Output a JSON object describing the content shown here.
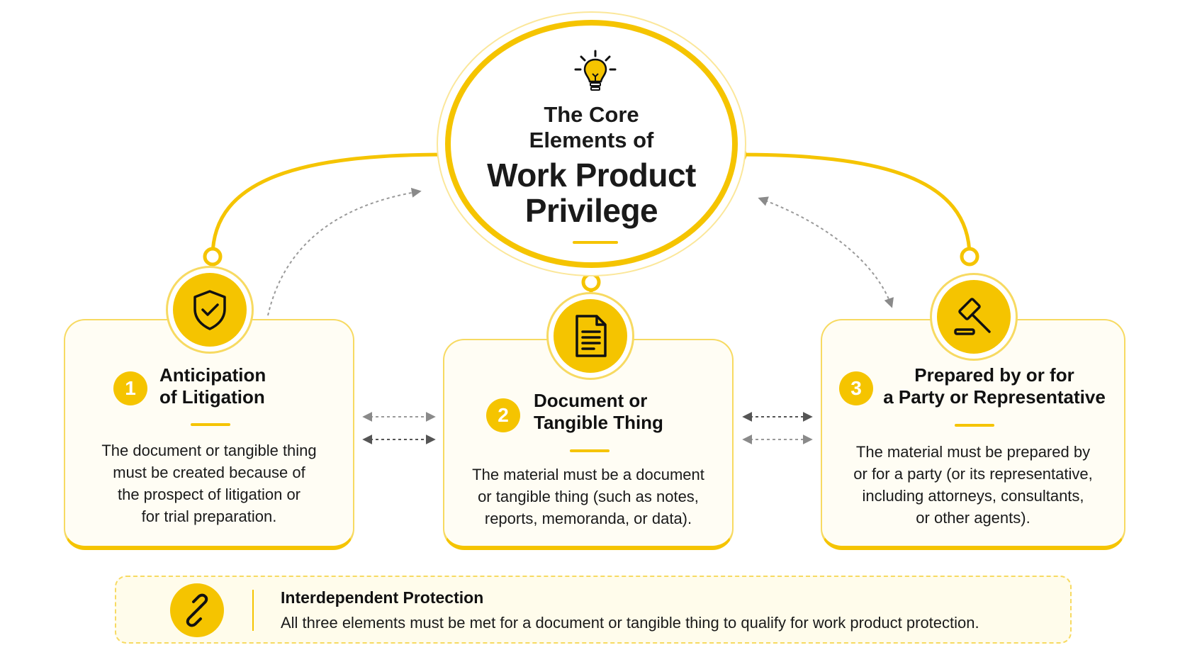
{
  "hub": {
    "title_line1": "The Core\nElements of",
    "title_line2": "Work Product\nPrivilege",
    "icon": "lightbulb-icon"
  },
  "elements": [
    {
      "number": "1",
      "title": "Anticipation\nof Litigation",
      "body": "The document or tangible thing\nmust be created because of\nthe prospect of litigation or\nfor trial preparation.",
      "icon": "shield-check-icon"
    },
    {
      "number": "2",
      "title": "Document or\nTangible Thing",
      "body": "The material must be a document\nor tangible thing (such as notes,\nreports, memoranda, or data).",
      "icon": "document-icon"
    },
    {
      "number": "3",
      "title": "Prepared by or for\na Party or Representative",
      "body": "The material must be prepared by\nor for a party (or its representative,\nincluding attorneys, consultants,\nor other agents).",
      "icon": "gavel-icon"
    }
  ],
  "banner": {
    "title": "Interdependent Protection",
    "text": "All three elements must be met for a document or tangible thing to qualify for work product protection.",
    "icon": "link-icon"
  },
  "colors": {
    "accent": "#F5C400",
    "accent_light": "#F7DA62",
    "card_bg": "#FFFDF4",
    "text": "#111111"
  }
}
